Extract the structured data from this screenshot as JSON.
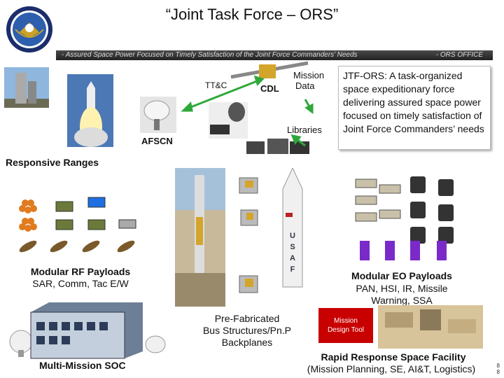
{
  "title": "“Joint Task Force – ORS”",
  "banner": {
    "left": "- Assured Space Power Focused on Timely Satisfaction of the Joint Force Commanders’ Needs",
    "right": "- ORS OFFICE"
  },
  "network": {
    "ttc": "TT&C",
    "cdl": "CDL",
    "mission_data": [
      "Mission",
      "Data"
    ],
    "libraries": "Libraries",
    "afscn": "AFSCN"
  },
  "description": "JTF-ORS: A task-organized space expeditionary force delivering assured space power focused on timely satisfaction of Joint Force Commanders’ needs",
  "responsive_ranges": "Responsive Ranges",
  "rf_payloads": {
    "title": "Modular RF Payloads",
    "sub": "SAR, Comm, Tac E/W"
  },
  "eo_payloads": {
    "title": "Modular EO Payloads",
    "sub": [
      "PAN, HSI, IR, Missile",
      "Warning, SSA"
    ]
  },
  "bus": [
    "Pre-Fabricated",
    "Bus Structures/Pn.P",
    "Backplanes"
  ],
  "soc": "Multi-Mission SOC",
  "design_tool": [
    "Mission",
    "Design Tool"
  ],
  "facility": {
    "title": "Rapid Response Space Facility",
    "sub": "(Mission Planning, SE, AI&T, Logistics)"
  },
  "page_number": [
    "8",
    "8"
  ],
  "rocket_lettering": "USAF",
  "colors": {
    "banner": "#333333",
    "accent_red": "#c80000",
    "arrow_green": "#2fa83a"
  }
}
